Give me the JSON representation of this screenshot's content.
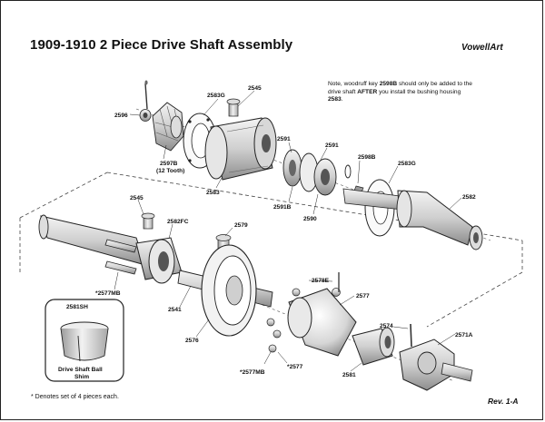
{
  "title": "1909-1910 2 Piece Drive Shaft Assembly",
  "brand": "VowellArt",
  "note": {
    "line1": "Note, woodruff key ",
    "key": "2598B",
    "line2": " should only be added to the drive shaft ",
    "after": "AFTER",
    "line3": " you install the bushing housing ",
    "housing": "2583",
    "end": "."
  },
  "footnote": "* Denotes set of 4 pieces each.",
  "revision": "Rev. 1-A",
  "inset": {
    "part": "2581SH",
    "caption_line1": "Drive Shaft Ball",
    "caption_line2": "Shim"
  },
  "parts": {
    "p2596": "2596",
    "p2597b": "2597B",
    "p2597b_sub": "(12 Tooth)",
    "p2583g_top": "2583G",
    "p2545_top": "2545",
    "p2583": "2583",
    "p2591_a": "2591",
    "p2591_b": "2591",
    "p2591b": "2591B",
    "p2590": "2590",
    "p2598b": "2598B",
    "p2583g_right": "2583G",
    "p2582": "2582",
    "p2545_left": "2545",
    "p2582fc": "2582FC",
    "p2579": "2579",
    "p2577mb_left": "*2577MB",
    "p2578e": "2578E",
    "p2577": "2577",
    "p2541": "2541",
    "p2576": "2576",
    "p2574": "2574",
    "p2571a": "2571A",
    "p2577mb_bottom": "*2577MB",
    "p2577_star": "*2577",
    "p2581": "2581"
  }
}
